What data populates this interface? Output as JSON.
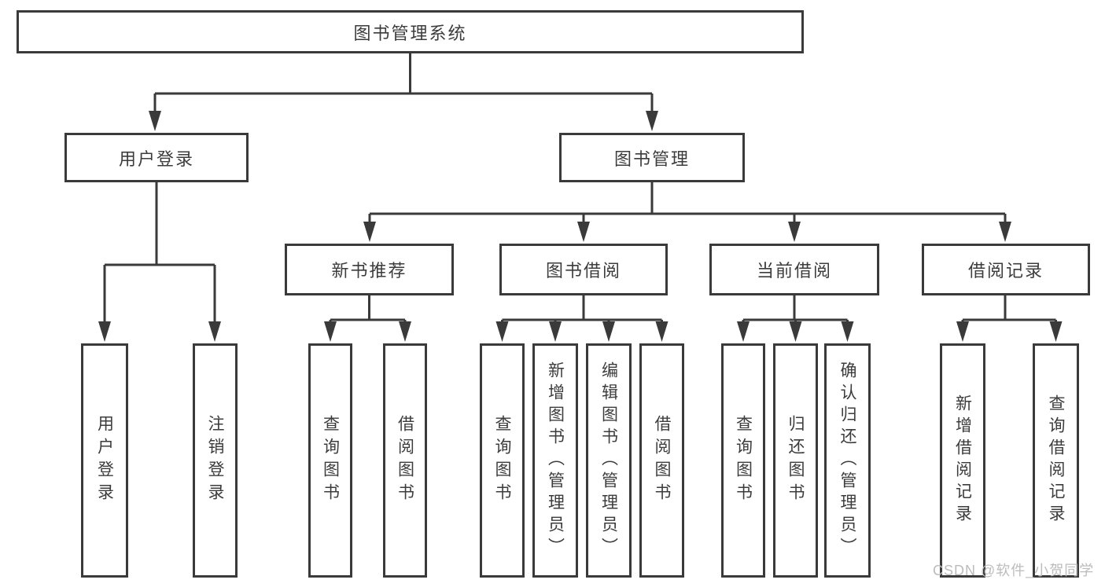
{
  "diagram_type": "functional-structure-tree",
  "colors": {
    "line": "#3a3a3a",
    "box_border": "#3a3a3a",
    "text": "#3c3c3c",
    "watermark": "#bcbcbc",
    "background": "#ffffff"
  },
  "tree": {
    "root": {
      "label": "图书管理系统",
      "children": [
        {
          "label": "用户登录",
          "children": [
            {
              "label": "用户登录"
            },
            {
              "label": "注销登录"
            }
          ]
        },
        {
          "label": "图书管理",
          "children": [
            {
              "label": "新书推荐",
              "children": [
                {
                  "label": "查询图书"
                },
                {
                  "label": "借阅图书"
                }
              ]
            },
            {
              "label": "图书借阅",
              "children": [
                {
                  "label": "查询图书"
                },
                {
                  "label": "新增图书（管理员）"
                },
                {
                  "label": "编辑图书（管理员）"
                },
                {
                  "label": "借阅图书"
                }
              ]
            },
            {
              "label": "当前借阅",
              "children": [
                {
                  "label": "查询图书"
                },
                {
                  "label": "归还图书"
                },
                {
                  "label": "确认归还（管理员）"
                }
              ]
            },
            {
              "label": "借阅记录",
              "children": [
                {
                  "label": "新增借阅记录"
                },
                {
                  "label": "查询借阅记录"
                }
              ]
            }
          ]
        }
      ]
    }
  },
  "watermark": "CSDN @软件_小贺同学"
}
